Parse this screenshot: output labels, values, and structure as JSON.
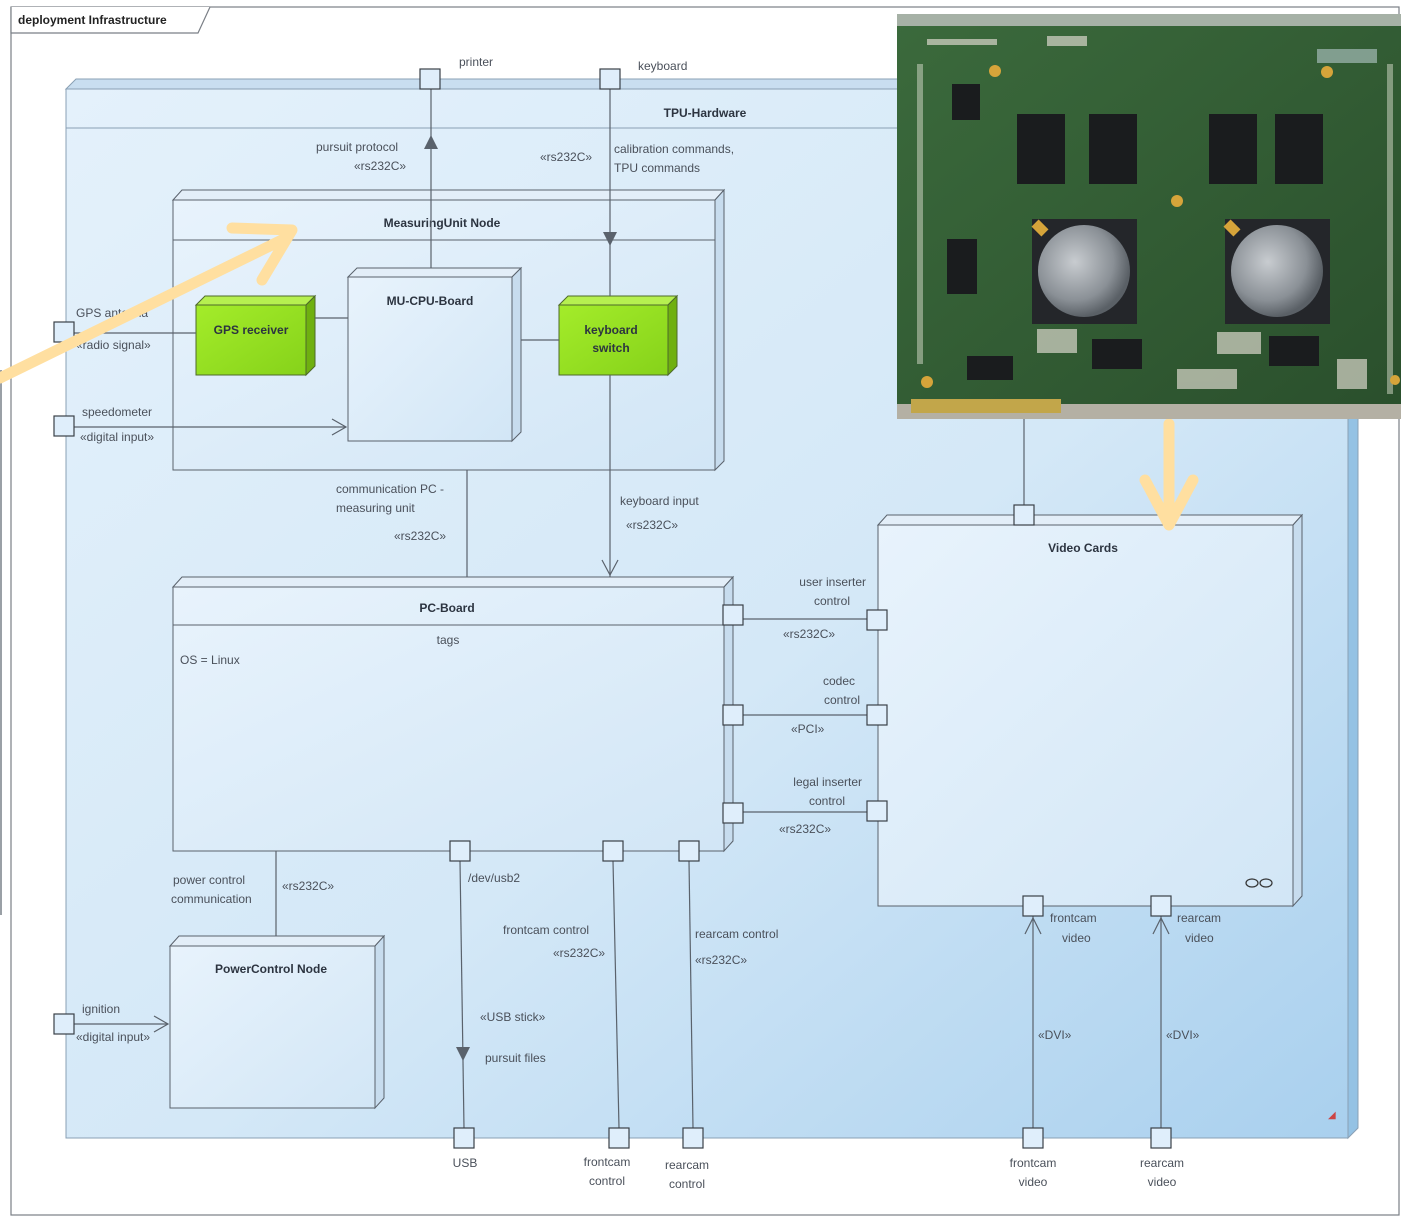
{
  "frame": {
    "title": "deployment Infrastructure"
  },
  "tpu": {
    "title": "TPU-Hardware"
  },
  "measuring_unit": {
    "title": "MeasuringUnit Node"
  },
  "mu_cpu": {
    "title": "MU-CPU-Board"
  },
  "gps_receiver": {
    "title": "GPS receiver"
  },
  "keyboard_switch": {
    "title_line1": "keyboard",
    "title_line2": "switch"
  },
  "pc_board": {
    "title": "PC-Board",
    "section": "tags",
    "tag": "OS = Linux"
  },
  "power_control": {
    "title": "PowerControl Node"
  },
  "video_cards": {
    "title": "Video Cards"
  },
  "ports": {
    "printer": "printer",
    "keyboard": "keyboard",
    "gps_antenna": "GPS antenna",
    "radio_signal": "«radio signal»",
    "speedometer": "speedometer",
    "speedometer_type": "«digital input»",
    "ignition": "ignition",
    "ignition_type": "«digital input»",
    "usb": "USB",
    "frontcam_control_1": "frontcam",
    "frontcam_control_2": "control",
    "rearcam_control_1": "rearcam",
    "rearcam_control_2": "control",
    "frontcam_video_1": "frontcam",
    "frontcam_video_2": "video",
    "rearcam_video_1": "rearcam",
    "rearcam_video_2": "video"
  },
  "connectors": {
    "pursuit_protocol": "pursuit protocol",
    "pursuit_type": "«rs232C»",
    "keyboard_type": "«rs232C»",
    "calibration_1": "calibration commands,",
    "calibration_2": "TPU commands",
    "comm_pc_1": "communication PC -",
    "comm_pc_2": "measuring unit",
    "comm_pc_type": "«rs232C»",
    "keyboard_input": "keyboard input",
    "keyboard_input_type": "«rs232C»",
    "user_inserter_1": "user inserter",
    "user_inserter_2": "control",
    "user_inserter_type": "«rs232C»",
    "codec_1": "codec",
    "codec_2": "control",
    "codec_type": "«PCI»",
    "legal_inserter_1": "legal inserter",
    "legal_inserter_2": "control",
    "legal_inserter_type": "«rs232C»",
    "power_comm_1": "power control",
    "power_comm_2": "communication",
    "power_comm_type": "«rs232C»",
    "dev_usb": "/dev/usb2",
    "usb_stick": "«USB stick»",
    "pursuit_files": "pursuit files",
    "frontcam_control": "frontcam control",
    "frontcam_control_type": "«rs232C»",
    "rearcam_control": "rearcam control",
    "rearcam_control_type": "«rs232C»",
    "frontcam_dvi": "«DVI»",
    "rearcam_dvi": "«DVI»",
    "fc_video_in_1": "frontcam",
    "fc_video_in_2": "video",
    "rc_video_in_1": "rearcam",
    "rc_video_in_2": "video"
  },
  "colors": {
    "tpu_fill": "#d2e6f6",
    "node_fill": "#dcecf9",
    "green_fill": "#8fdc1e",
    "highlight_arrow": "#ffdfa0"
  },
  "photo": {
    "description_icon": "circuit-board-photo"
  }
}
